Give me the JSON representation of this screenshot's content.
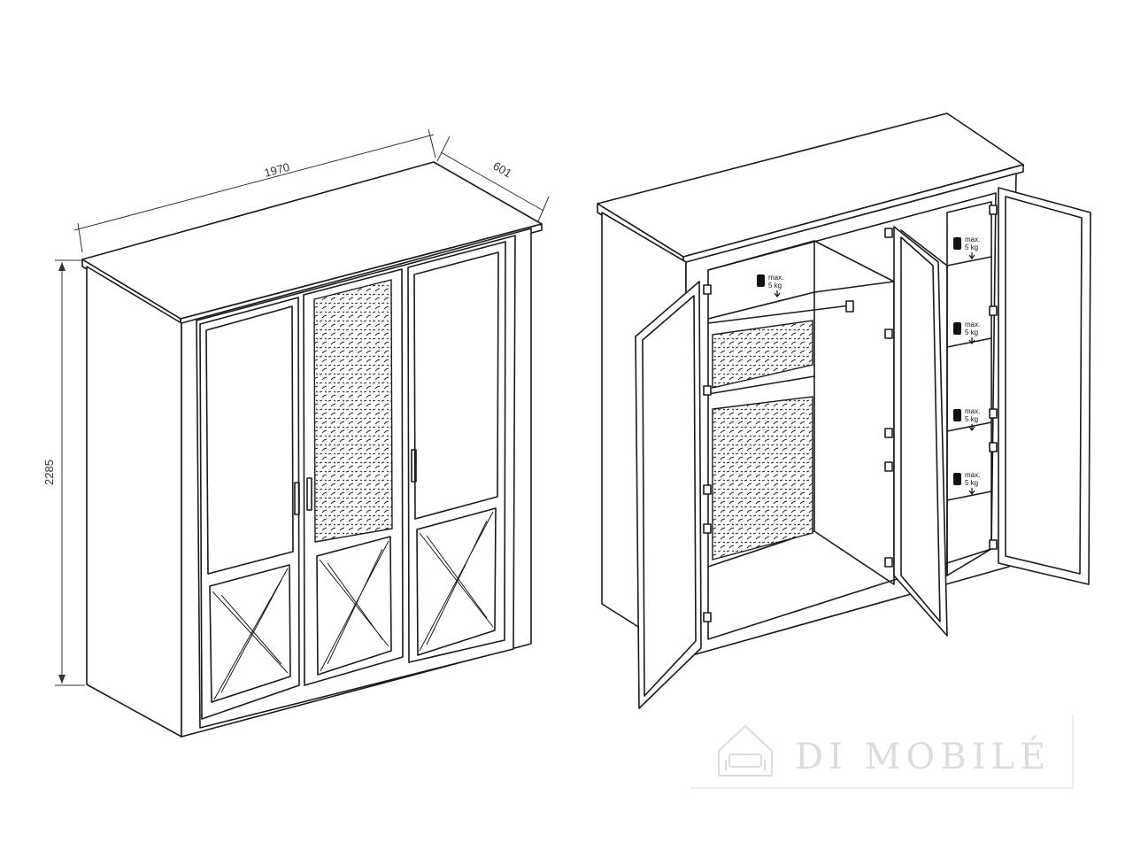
{
  "dimensions": {
    "width": "1970",
    "depth": "601",
    "height": "2285"
  },
  "load_labels": [
    {
      "max": "max.",
      "weight": "5 kg"
    },
    {
      "max": "max.",
      "weight": "5 kg"
    },
    {
      "max": "max.",
      "weight": "5 kg"
    },
    {
      "max": "max.",
      "weight": "5 kg"
    },
    {
      "max": "max.",
      "weight": "5 kg"
    }
  ],
  "watermark": {
    "text": "DI MOBILÉ",
    "icon": "sofa-house-icon",
    "color": "#dcdcdc"
  }
}
